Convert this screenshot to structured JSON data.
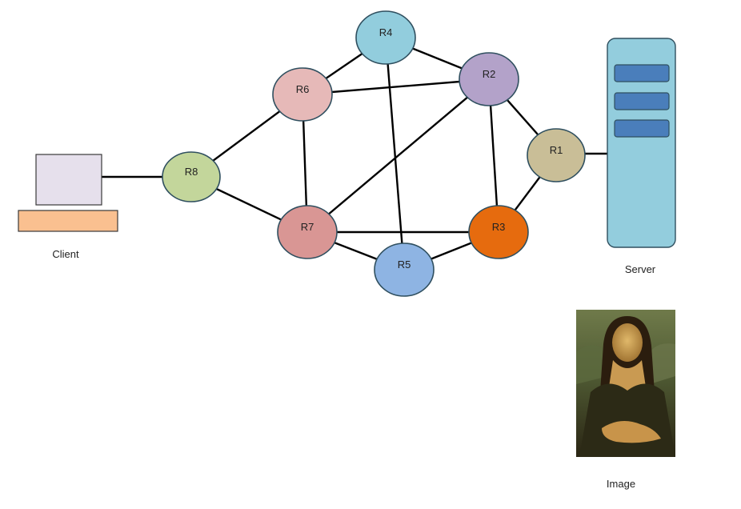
{
  "routers": [
    {
      "id": "R1",
      "label": "R1",
      "color": "#c9be97"
    },
    {
      "id": "R2",
      "label": "R2",
      "color": "#b3a2c9"
    },
    {
      "id": "R3",
      "label": "R3",
      "color": "#e66b0e"
    },
    {
      "id": "R4",
      "label": "R4",
      "color": "#92cddd"
    },
    {
      "id": "R5",
      "label": "R5",
      "color": "#8eb4e3"
    },
    {
      "id": "R6",
      "label": "R6",
      "color": "#e6b9b8"
    },
    {
      "id": "R7",
      "label": "R7",
      "color": "#d99694"
    },
    {
      "id": "R8",
      "label": "R8",
      "color": "#c3d69b"
    }
  ],
  "links": [
    [
      "R4",
      "R6"
    ],
    [
      "R4",
      "R2"
    ],
    [
      "R4",
      "R5"
    ],
    [
      "R6",
      "R2"
    ],
    [
      "R6",
      "R7"
    ],
    [
      "R6",
      "R8"
    ],
    [
      "R2",
      "R1"
    ],
    [
      "R2",
      "R3"
    ],
    [
      "R2",
      "R7"
    ],
    [
      "R1",
      "R3"
    ],
    [
      "R3",
      "R7"
    ],
    [
      "R3",
      "R5"
    ],
    [
      "R7",
      "R5"
    ],
    [
      "R7",
      "R8"
    ]
  ],
  "client": {
    "caption": "Client",
    "screen_color": "#e6e0ec",
    "base_color": "#fac090"
  },
  "server": {
    "caption": "Server",
    "body_color": "#93cddd",
    "slot_color": "#4a7ebb"
  },
  "image": {
    "caption": "Image"
  }
}
